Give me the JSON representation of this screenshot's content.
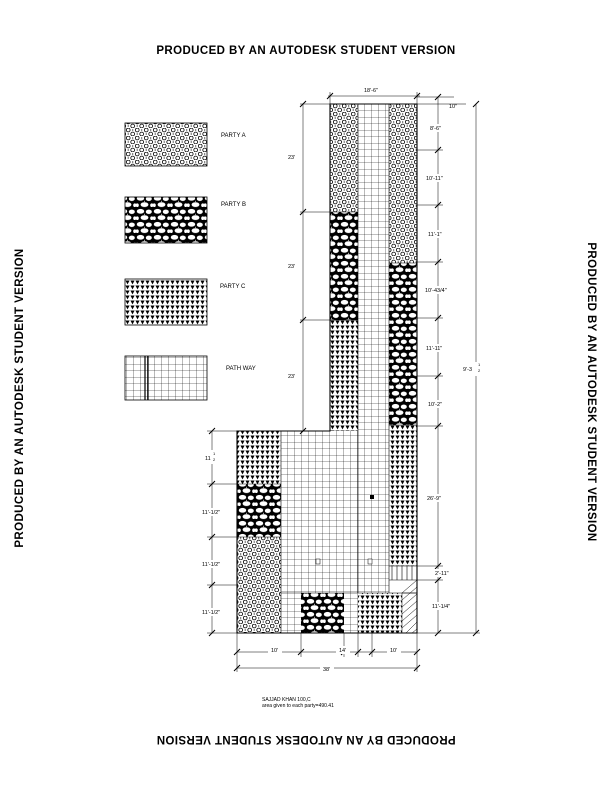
{
  "watermark": "PRODUCED BY AN AUTODESK STUDENT VERSION",
  "legend": [
    {
      "label": "PARTY  A",
      "pattern": "party-a"
    },
    {
      "label": "PARTY  B",
      "pattern": "party-b"
    },
    {
      "label": "PARTY  C",
      "pattern": "party-c"
    },
    {
      "label": "PATH  WAY",
      "pattern": "pathway"
    }
  ],
  "dims": {
    "top_width": "18'-6\"",
    "top_right_small": "10\"",
    "right_chain": [
      "8'-6\"",
      "10'-11\"",
      "11'-1\"",
      "10'-43/4\"",
      "11'-11\"",
      "10'-2\"",
      "26'-9\"",
      "2'-11\"",
      "11'-1/4\""
    ],
    "overall_height": "9'-3",
    "overall_height_frac_num": "1",
    "overall_height_frac_den": "2",
    "left_upper": [
      "23'",
      "23'",
      "23'"
    ],
    "left_lower_first": "11",
    "left_lower_first_num": "1",
    "left_lower_first_den": "2",
    "left_lower": [
      "11'-1/2\"",
      "11'-1/2\"",
      "11'-1/2\""
    ],
    "bottom_parts": [
      "10'",
      "14'",
      "10'"
    ],
    "bottom_total": "38'"
  },
  "note": {
    "line1": "SAJJAD KHAN 100,C",
    "line2": "area given to each party=490.41"
  },
  "colors": {
    "ink": "#000000",
    "paper": "#ffffff"
  }
}
